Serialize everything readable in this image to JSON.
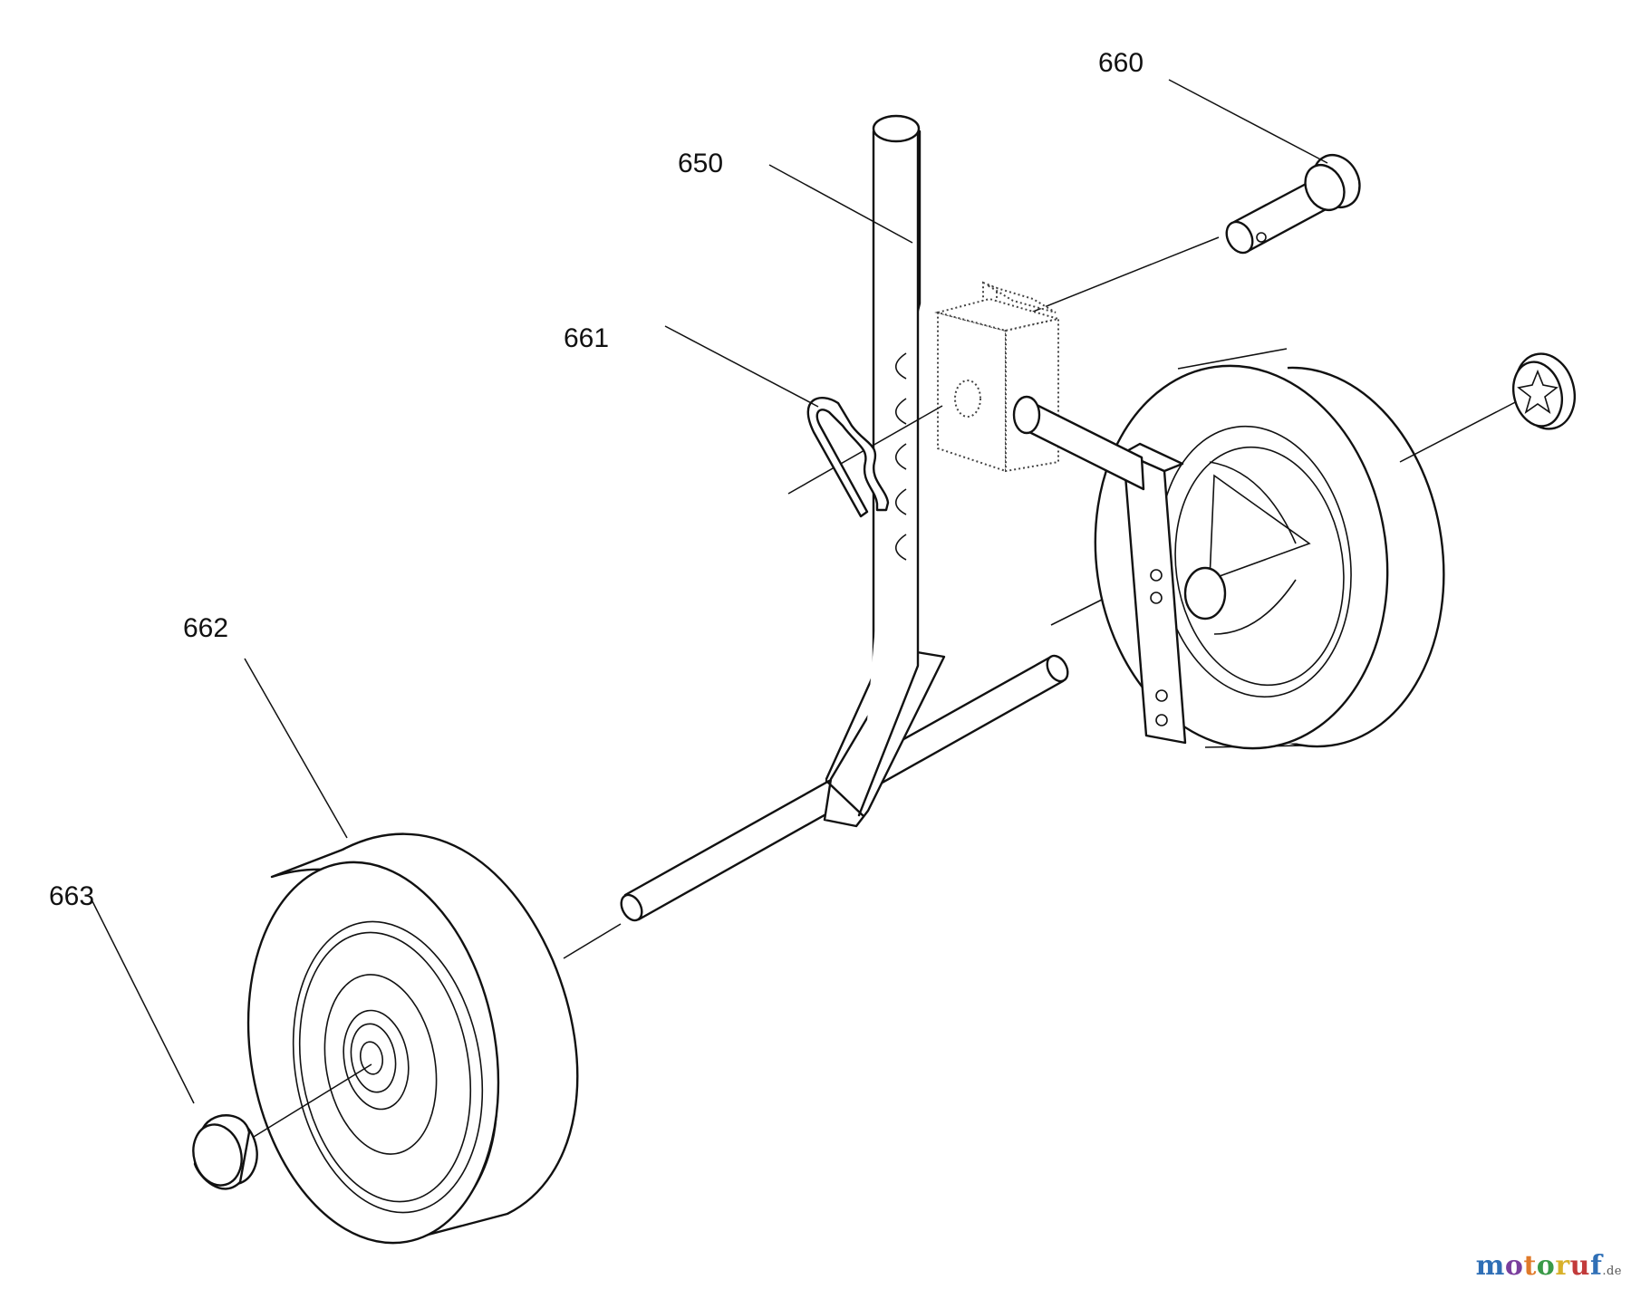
{
  "diagram": {
    "callouts": [
      {
        "id": "660",
        "label": "660"
      },
      {
        "id": "650",
        "label": "650"
      },
      {
        "id": "661",
        "label": "661"
      },
      {
        "id": "662",
        "label": "662"
      },
      {
        "id": "663",
        "label": "663"
      }
    ]
  },
  "watermark": {
    "letters": [
      "m",
      "o",
      "t",
      "o",
      "r",
      "u",
      "f"
    ],
    "tld": ".de",
    "colors": [
      "#2f6fb6",
      "#7a3e9d",
      "#e07a2a",
      "#3a9a48",
      "#d8b12a",
      "#c23b3b"
    ]
  }
}
